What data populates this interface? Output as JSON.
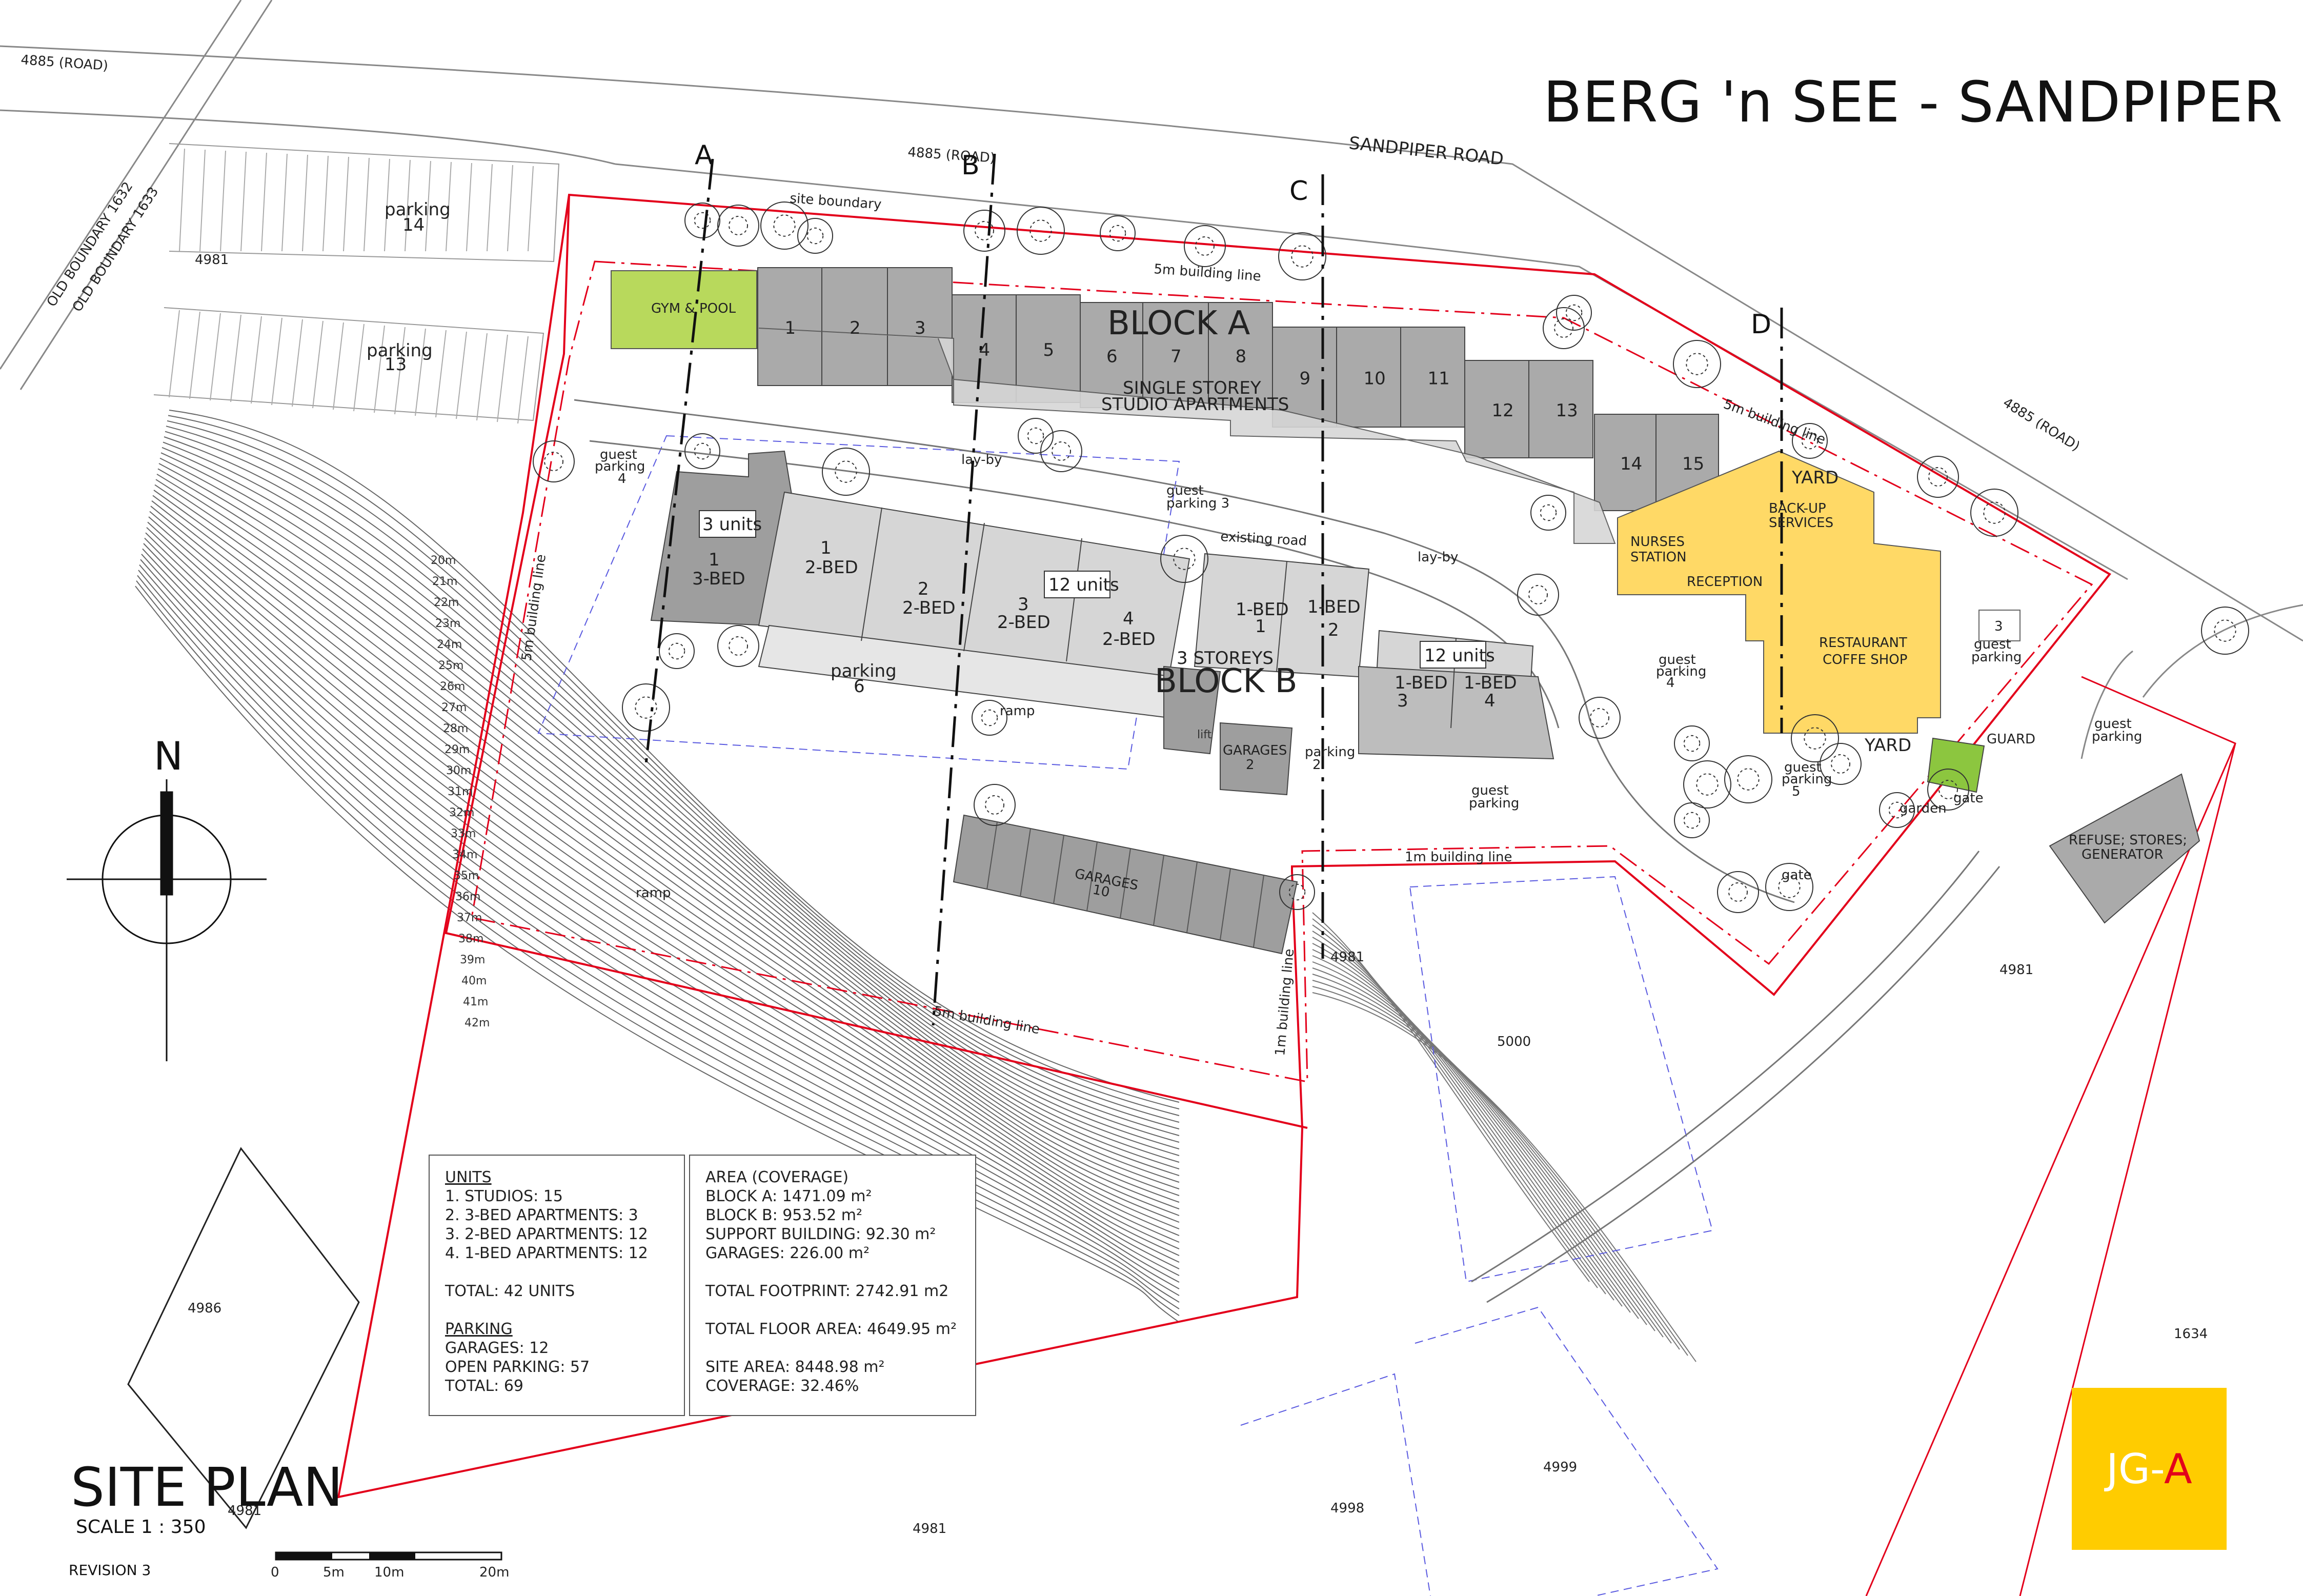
{
  "drawing": {
    "title": "BERG 'n SEE - SANDPIPER",
    "heading": "SITE PLAN",
    "scale": "SCALE 1 : 350",
    "revision": "REVISION 3",
    "north": "N",
    "logo_main": "JG-",
    "logo_accent": "A"
  },
  "colors": {
    "gym_pool": "#b8d95c",
    "support": "#ffd966",
    "guard": "#8cc63f",
    "building_dark": "#9e9e9e",
    "building_light": "#d6d6d6",
    "boundary": "#e3001b",
    "logo": "#ffcc00"
  },
  "roads": {
    "road_top_left": "4885 (ROAD)",
    "road_top_mid": "4885 (ROAD)",
    "road_right": "4885 (ROAD)",
    "sandpiper_road": "SANDPIPER ROAD",
    "old_boundary_1": "OLD BOUNDARY 1632",
    "old_boundary_2": "OLD BOUNDARY 1633"
  },
  "erven": {
    "e4981_top": "4981",
    "e4981_mid": "4981",
    "e4981_right": "4981",
    "e4981_bottom": "4981",
    "e4981_scale": "4981",
    "e4986": "4986",
    "e5000": "5000",
    "e4999": "4999",
    "e4998": "4998",
    "e1634": "1634"
  },
  "sections": [
    "A",
    "B",
    "C",
    "D"
  ],
  "annotations": {
    "site_boundary": "site boundary",
    "building_line_5m_top": "5m building line",
    "building_line_5m_right": "5m building line",
    "building_line_5m_left": "5m building line",
    "building_line_5m_bottom": "5m building line",
    "building_line_1m_a": "1m building line",
    "building_line_1m_b": "1m building line",
    "lay_by_1": "lay-by",
    "lay_by_2": "lay-by",
    "existing_road": "existing road",
    "ramp_1": "ramp",
    "ramp_2": "ramp",
    "lift": "lift",
    "gate_1": "gate",
    "gate_2": "gate",
    "garden": "garden",
    "yard_top": "YARD",
    "yard_bottom": "YARD",
    "guard": "GUARD"
  },
  "parking": {
    "p14": [
      "parking",
      "14"
    ],
    "p13": [
      "parking",
      "13"
    ],
    "p6": [
      "parking",
      "6"
    ],
    "guest4_left": [
      "guest",
      "parking",
      "4"
    ],
    "guest3": [
      "guest",
      "parking 3"
    ],
    "guest_mid": [
      "guest",
      "parking"
    ],
    "guest4_right": [
      "guest",
      "parking",
      "4"
    ],
    "guest5": [
      "guest",
      "parking",
      "5"
    ],
    "guest_far": [
      "guest",
      "parking"
    ],
    "guest_top_right": [
      "guest",
      "parking"
    ],
    "parking2": [
      "parking",
      "2"
    ]
  },
  "block_a": {
    "title": "BLOCK A",
    "subtitle_1": "SINGLE STOREY",
    "subtitle_2": "STUDIO APARTMENTS",
    "units": [
      "1",
      "2",
      "3",
      "4",
      "5",
      "6",
      "7",
      "8",
      "9",
      "10",
      "11",
      "12",
      "13",
      "14",
      "15"
    ]
  },
  "block_b": {
    "title": "BLOCK B",
    "storeys": "3 STOREYS",
    "units_3": "3 units",
    "units_12a": "12 units",
    "units_12b": "12 units",
    "three_bed": [
      "1",
      "3-BED"
    ],
    "two_bed": [
      [
        "1",
        "2-BED"
      ],
      [
        "2",
        "2-BED"
      ],
      [
        "3",
        "2-BED"
      ],
      [
        "4",
        "2-BED"
      ]
    ],
    "one_bed": [
      [
        "1-BED",
        "1"
      ],
      [
        "1-BED",
        "2"
      ],
      [
        "1-BED",
        "3"
      ],
      [
        "1-BED",
        "4"
      ]
    ],
    "garages_2": [
      "GARAGES",
      "2"
    ],
    "garages_10": [
      "GARAGES",
      "10"
    ]
  },
  "support": {
    "gym_pool": "GYM & POOL",
    "nurses": [
      "NURSES",
      "STATION"
    ],
    "backup": [
      "BACK-UP",
      "SERVICES"
    ],
    "reception": "RECEPTION",
    "restaurant": [
      "RESTAURANT",
      "COFFE SHOP"
    ],
    "refuse": [
      "REFUSE; STORES;",
      "GENERATOR"
    ],
    "small_3": "3"
  },
  "units_box": {
    "heading": "UNITS",
    "lines": [
      "1. STUDIOS: 15",
      "2. 3-BED APARTMENTS: 3",
      "3. 2-BED APARTMENTS: 12",
      "4. 1-BED APARTMENTS: 12"
    ],
    "total": "TOTAL: 42 UNITS",
    "parking_heading": "PARKING",
    "parking_lines": [
      "GARAGES: 12",
      "OPEN PARKING: 57",
      "TOTAL: 69"
    ]
  },
  "area_box": {
    "heading": "AREA (COVERAGE)",
    "lines": [
      "BLOCK A: 1471.09 m²",
      "BLOCK B: 953.52 m²",
      "SUPPORT BUILDING: 92.30 m²",
      "GARAGES: 226.00 m²"
    ],
    "footprint": "TOTAL FOOTPRINT: 2742.91 m2",
    "floor_area": "TOTAL FLOOR AREA: 4649.95 m²",
    "site_area": "SITE AREA: 8448.98 m²",
    "coverage": "COVERAGE: 32.46%"
  },
  "scale_bar": [
    "0",
    "5m",
    "10m",
    "20m"
  ],
  "contours": [
    "20m",
    "21m",
    "22m",
    "23m",
    "24m",
    "25m",
    "26m",
    "27m",
    "28m",
    "29m",
    "30m",
    "31m",
    "32m",
    "33m",
    "34m",
    "35m",
    "36m",
    "37m",
    "38m",
    "39m",
    "40m",
    "41m",
    "42m"
  ]
}
